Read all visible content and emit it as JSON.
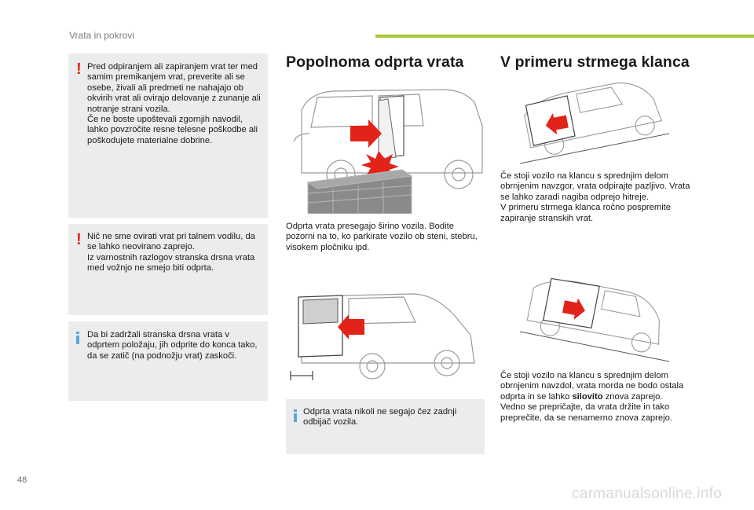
{
  "header": {
    "title": "Vrata in pokrovi"
  },
  "left": {
    "warning1": "Pred odpiranjem ali zapiranjem vrat ter med samim premikanjem vrat, preverite ali se osebe, živali ali predmeti ne nahajajo ob okvirih vrat ali ovirajo delovanje z zunanje ali notranje strani vozila.\nČe ne boste upoštevali zgornjih navodil, lahko povzročite resne telesne poškodbe ali poškodujete materialne dobrine.",
    "warning2": "Nič ne sme ovirati vrat pri talnem vodilu, da se lahko neovirano zaprejo.\nIz varnostnih razlogov stranska drsna vrata med vožnjo ne smejo biti odprta.",
    "info1": "Da bi zadržali stranska drsna vrata v odprtem položaju, jih odprite do konca tako, da se zatič (na podnožju vrat) zaskoči."
  },
  "middle": {
    "title": "Popolnoma odprta vrata",
    "text": "Odprta vrata presegajo širino vozila. Bodite pozorni na to, ko parkirate vozilo ob steni, stebru, visokem pločniku ipd.",
    "info": "Odprta vrata nikoli ne segajo čez zadnji odbijač vozila."
  },
  "right": {
    "title": "V primeru strmega klanca",
    "text1": "Če stoji vozilo na klancu s sprednjim delom obrnjenim navzgor, vrata odpirajte pazljivo. Vrata se lahko zaradi nagiba odprejo hitreje.\nV primeru strmega klanca ročno pospremite zapiranje stranskih vrat.",
    "text2_a": "Če stoji vozilo na klancu s sprednjim delom obrnjenim navzdol, vrata morda ne bodo ostala odprta in se lahko ",
    "text2_bold": "silovito",
    "text2_b": " znova zaprejo.\nVedno se prepričajte, da vrata držite in tako preprečite, da se nenamerno znova zaprejo."
  },
  "footer": {
    "page_number": "48",
    "watermark": "carmanualsonline.info"
  },
  "colors": {
    "accent_green": "#a8c93a",
    "warning_red": "#e2231a",
    "info_blue": "#5aa6d9",
    "box_gray": "#ebeced"
  }
}
